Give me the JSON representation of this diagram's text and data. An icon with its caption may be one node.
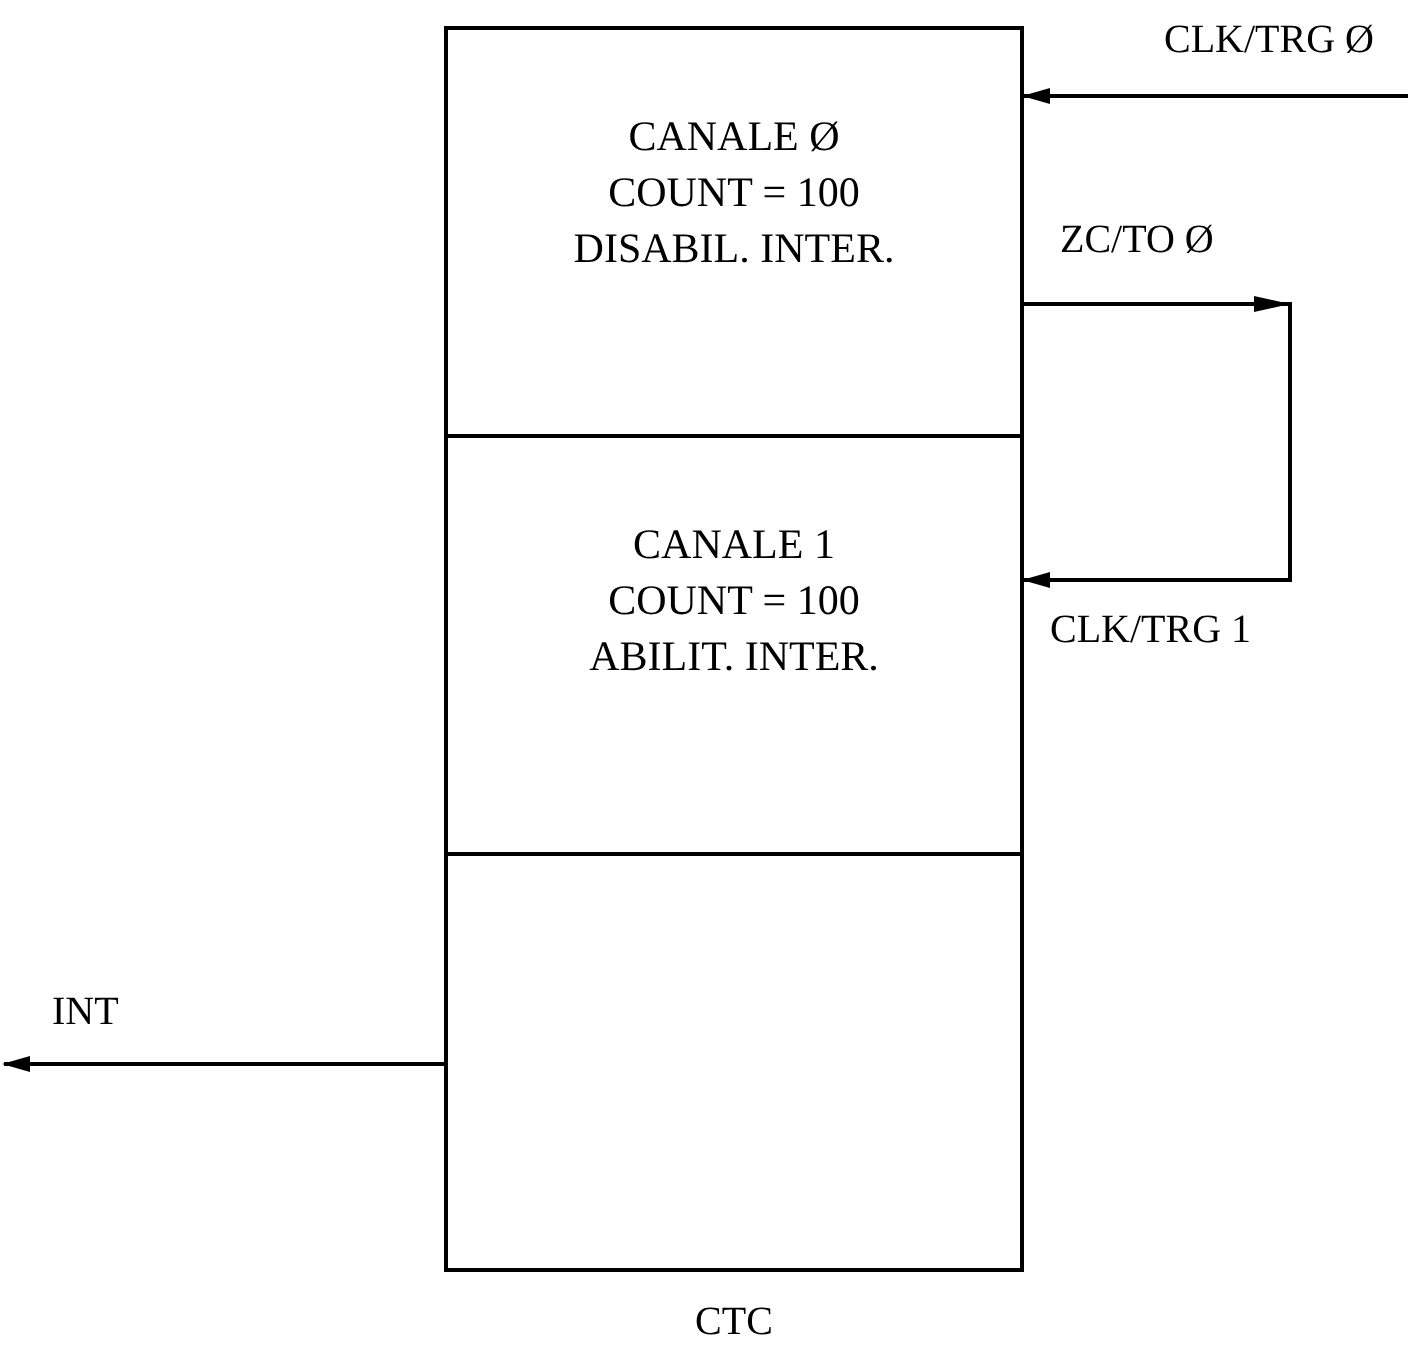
{
  "diagram": {
    "nodes": [
      {
        "text": [
          "CTC"
        ]
      },
      {
        "text": [
          "CANALE Ø",
          "COUNT = 100",
          "DISABIL. INTER."
        ],
        "in": 0
      },
      {
        "text": [
          "CANALE 1",
          "COUNT = 100",
          "ABILIT. INTER."
        ],
        "in": 0
      },
      {
        "text": [],
        "shape": "box",
        "in": 0
      }
    ],
    "edges": [
      {
        "from": null,
        "to": 1,
        "arrow": "to",
        "label": "CLK/TRG Ø"
      },
      {
        "from": 1,
        "to": 2,
        "arrow": "to",
        "label": "ZC/TO Ø"
      },
      {
        "from": 3,
        "to": null,
        "arrow": "to",
        "label": "INT"
      }
    ],
    "labels": [
      "CLK/TRG 1"
    ]
  }
}
